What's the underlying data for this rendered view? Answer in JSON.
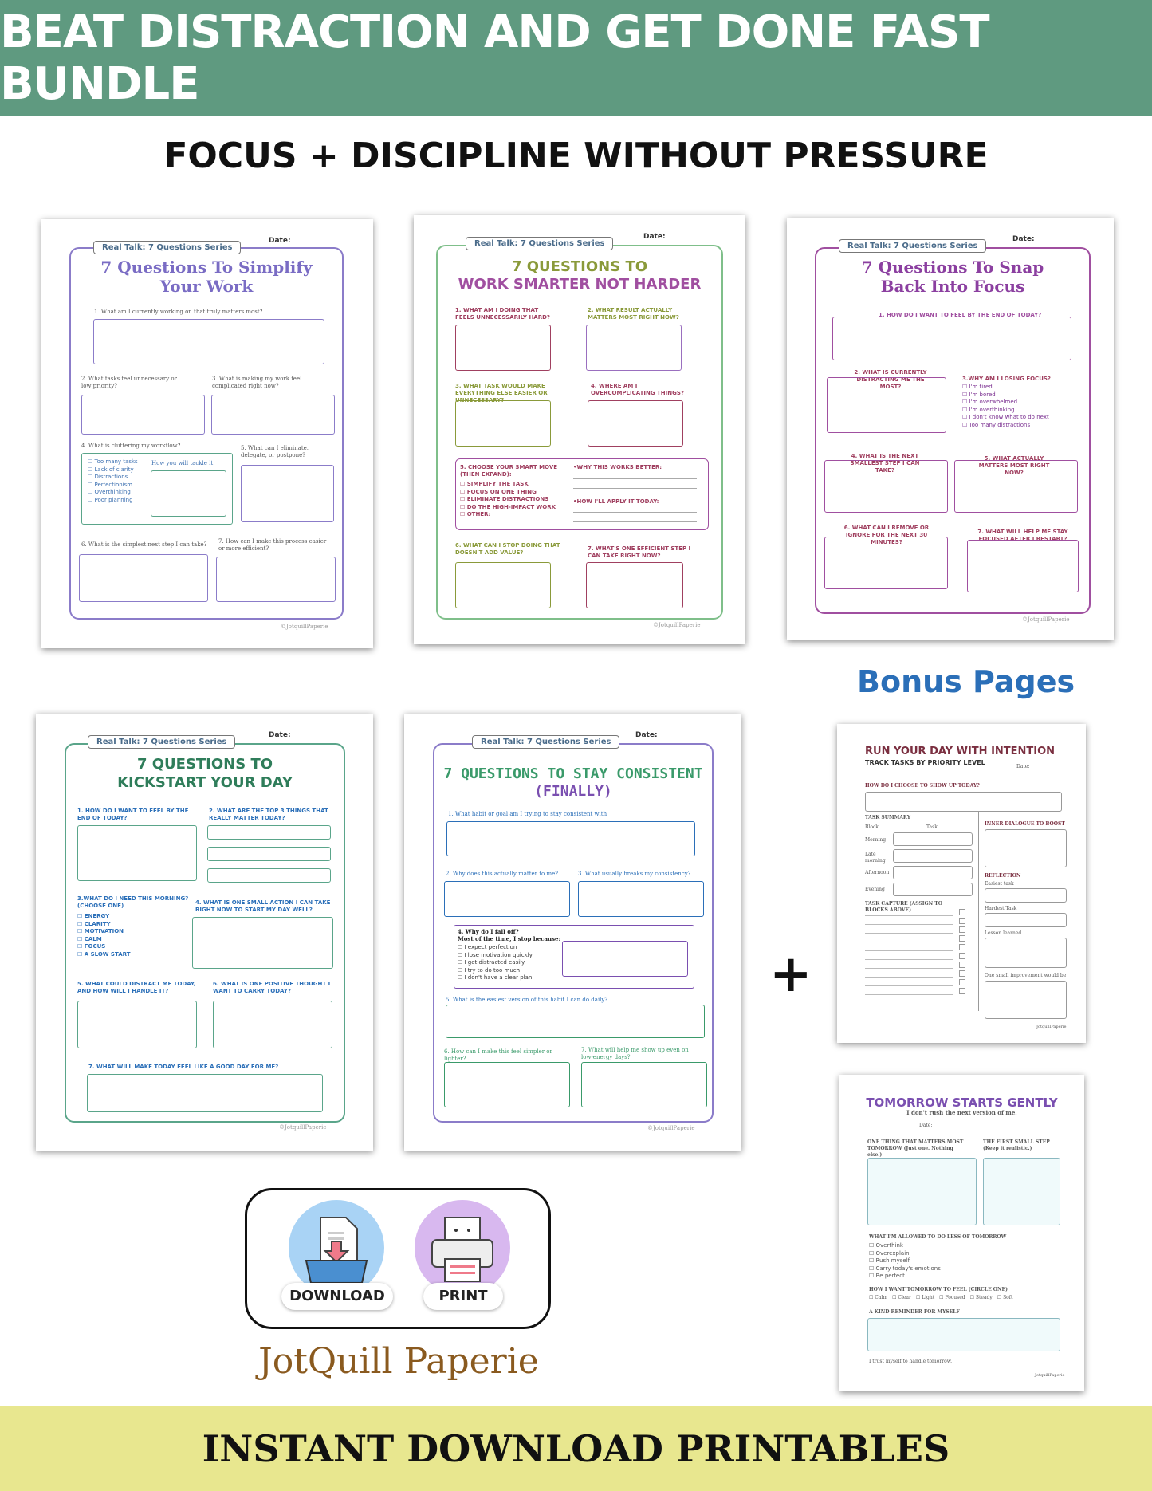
{
  "header": {
    "title": "BEAT DISTRACTION AND GET DONE FAST BUNDLE"
  },
  "subtitle": "FOCUS + DISCIPLINE WITHOUT PRESSURE",
  "series_tag": "Real Talk: 7 Questions Series",
  "date_label": "Date:",
  "copyright": "©JotquillPaperie",
  "sheets": {
    "s1": {
      "title_1": "7 Questions To Simplify",
      "title_2": "Your Work",
      "q1": "1. What am I currently working on that truly matters most?",
      "q2": "2. What tasks feel unnecessary or low priority?",
      "q3": "3. What is making my work feel complicated right now?",
      "q4": "4. What is cluttering my workflow?",
      "q4_opts": [
        "Too many tasks",
        "Lack of clarity",
        "Distractions",
        "Perfectionism",
        "Overthinking",
        "Poor planning"
      ],
      "q4_sub": "How you will tackle it",
      "q5": "5. What can I eliminate, delegate, or postpone?",
      "q6": "6. What is the simplest next step I can take?",
      "q7": "7. How can I make this process easier or more efficient?"
    },
    "s2": {
      "title_1": "7 QUESTIONS TO",
      "title_2": "WORK SMARTER NOT HARDER",
      "q1": "1. What am I doing that feels unnecessarily hard?",
      "q2": "2. What result actually matters most right now?",
      "q3": "3. What task would make everything else easier or unnecessary?",
      "q4": "4. Where am I overcomplicating things?",
      "q5": "5. Choose your smart move (then expand):",
      "q5_opts": [
        "Simplify the task",
        "Focus on one thing",
        "Eliminate distractions",
        "Do the high-impact work",
        "Other:"
      ],
      "q5_why": "•Why this works better:",
      "q5_how": "•How I'll apply it today:",
      "q6": "6. What can I stop doing that doesn't add value?",
      "q7": "7. What's one efficient step I can take right now?"
    },
    "s3": {
      "title_1": "7 Questions To Snap",
      "title_2": "Back Into Focus",
      "q1": "1. How do I want to feel by the end of today?",
      "q2": "2. What is currently distracting me the most?",
      "q3": "3.Why am I losing focus?",
      "q3_opts": [
        "I'm tired",
        "I'm bored",
        "I'm overwhelmed",
        "I'm overthinking",
        "I don't know what to do next",
        "Too many distractions"
      ],
      "q4": "4. What is the next smallest step I can take?",
      "q5": "5. What actually matters most right now?",
      "q6": "6. What can I remove or ignore for the next 30 minutes?",
      "q7": "7. What will help me stay focused after I restart?"
    },
    "s4": {
      "title_1": "7 QUESTIONS TO",
      "title_2": "KICKSTART YOUR DAY",
      "q1": "1. How do I want to feel by the end of today?",
      "q2": "2. What are the top 3 things that really matter today?",
      "q3": "3.What do I need this morning? (Choose one)",
      "q3_opts": [
        "Energy",
        "Clarity",
        "Motivation",
        "Calm",
        "Focus",
        "A slow start"
      ],
      "q4": "4. What is one small action I can take right now to start my day well?",
      "q5": "5. What could distract me today, and how will I handle it?",
      "q6": "6. What is one positive thought I want to carry today?",
      "q7": "7. What will make today feel like a good day for me?"
    },
    "s5": {
      "title_1": "7 QUESTIONS TO STAY CONSISTENT",
      "title_2": "(FINALLY)",
      "q1": "1. What habit or goal am I trying to stay consistent with",
      "q2": "2. Why does this actually matter to me?",
      "q3": "3. What usually breaks my consistency?",
      "q4": "4. Why do I fall off?",
      "q4_sub": "Most of the time, I stop because:",
      "q4_opts": [
        "I expect perfection",
        "I lose motivation quickly",
        "I get distracted easily",
        "I try to do too much",
        "I don't have a clear plan"
      ],
      "q5": "5. What is the easiest version of this habit I can do daily?",
      "q6": "6. How can I make this feel simpler or lighter?",
      "q7": "7. What will help me show up even on low-energy days?"
    }
  },
  "bonus": {
    "heading": "Bonus Pages",
    "b1": {
      "title": "RUN YOUR DAY WITH INTENTION",
      "subtitle": "TRACK TASKS BY PRIORITY LEVEL",
      "date": "Date:",
      "q1": "HOW DO I CHOOSE TO SHOW UP TODAY?",
      "summary": "TASK SUMMARY",
      "col_block": "Block",
      "col_task": "Task",
      "blocks": [
        "Morning",
        "Late morning",
        "Afternoon",
        "Evening"
      ],
      "capture": "TASK CAPTURE (ASSIGN TO BLOCKS ABOVE)",
      "inner": "INNER DIALOGUE TO BOOST",
      "reflection": "REFLECTION",
      "easiest": "Easiest task",
      "hardest": "Hardest Task",
      "lesson": "Lesson learned",
      "improve": "One small improvement would be",
      "brand": "JotquillPaperie"
    },
    "b2": {
      "title": "TOMORROW STARTS GENTLY",
      "subtitle": "I don't rush the next version of me.",
      "date": "Date:",
      "c1": "ONE THING THAT MATTERS MOST TOMORROW (Just one. Nothing else.)",
      "c2": "THE FIRST SMALL STEP (Keep it realistic.)",
      "allowed": "WHAT I'M ALLOWED TO DO LESS OF TOMORROW",
      "allowed_opts": [
        "Overthink",
        "Overexplain",
        "Rush myself",
        "Carry today's emotions",
        "Be perfect"
      ],
      "feel": "HOW I WANT TOMORROW TO FEEL (CIRCLE ONE)",
      "feel_opts": [
        "Calm",
        "Clear",
        "Light",
        "Focused",
        "Steady",
        "Soft"
      ],
      "reminder": "A KIND REMINDER FOR MYSELF",
      "trust": "I trust myself to handle tomorrow.",
      "brand": "JotquillPaperie"
    }
  },
  "actions": {
    "download": "DOWNLOAD",
    "print": "PRINT"
  },
  "brand": "JotQuill Paperie",
  "footer": "INSTANT DOWNLOAD PRINTABLES",
  "colors": {
    "header": "#5f9a80",
    "footer": "#e8e78f",
    "bonus": "#2b6fb8",
    "brand": "#8a5a1f"
  }
}
